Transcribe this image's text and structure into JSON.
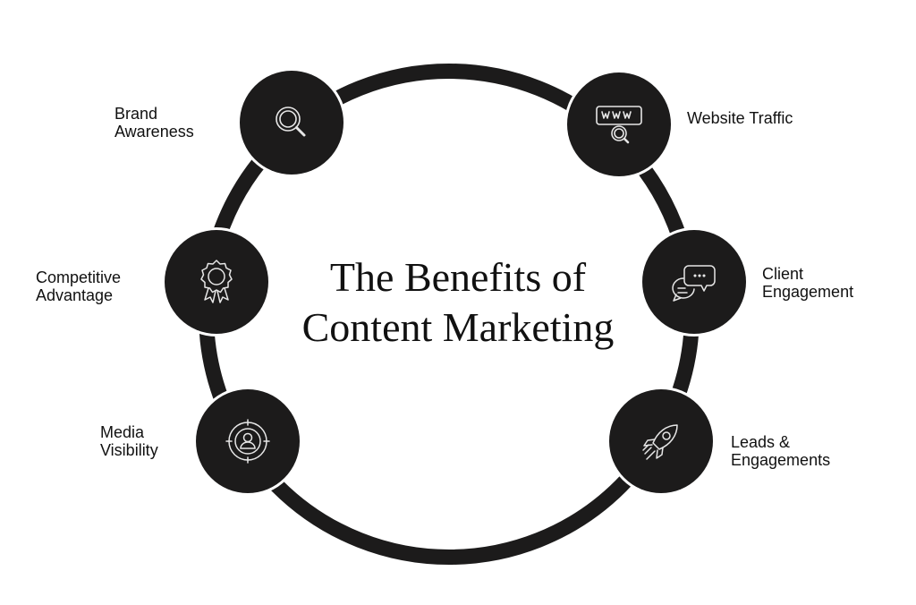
{
  "title": {
    "line1": "The Benefits of",
    "line2": "Content Marketing"
  },
  "items": [
    {
      "label_lines": [
        "Brand",
        "Awareness"
      ],
      "icon": "magnifier-icon"
    },
    {
      "label_lines": [
        "Website Traffic"
      ],
      "icon": "www-search-icon"
    },
    {
      "label_lines": [
        "Competitive",
        "Advantage"
      ],
      "icon": "award-badge-icon"
    },
    {
      "label_lines": [
        "Client",
        "Engagement"
      ],
      "icon": "chat-bubbles-icon"
    },
    {
      "label_lines": [
        "Media",
        "Visibility"
      ],
      "icon": "target-person-icon"
    },
    {
      "label_lines": [
        "Leads &",
        "Engagements"
      ],
      "icon": "rocket-icon"
    }
  ],
  "colors": {
    "ring": "#1c1b1b",
    "node": "#1c1b1b",
    "icon_stroke": "#e6e6e6",
    "text": "#111111",
    "background": "#ffffff"
  }
}
